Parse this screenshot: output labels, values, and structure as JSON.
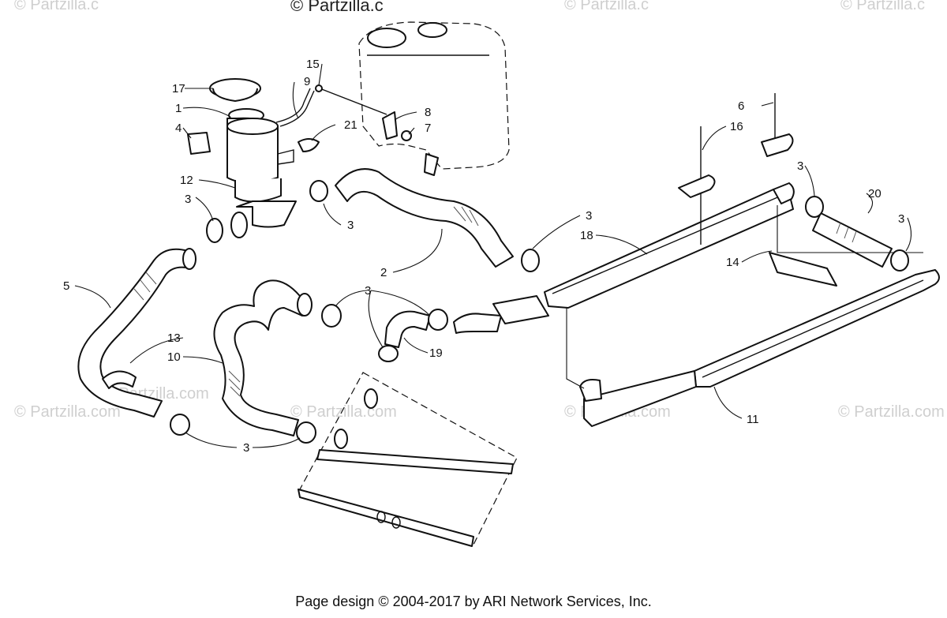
{
  "watermarks": {
    "top_center": "© Partzilla.c",
    "top_right_1": "© Partzilla.c",
    "top_right_2": "© Partzilla.c",
    "top_left": "© Partzilla.c",
    "mid_left": "© Partzilla.com",
    "mid_center_left": "© Partzilla.com",
    "mid_center": "© Partzilla.com",
    "mid_right": "© Partzilla.com",
    "far_right": "© Partzilla.com"
  },
  "callouts": {
    "c17": "17",
    "c1": "1",
    "c4": "4",
    "c12": "12",
    "c3a": "3",
    "c3b": "3",
    "c15": "15",
    "c9": "9",
    "c8": "8",
    "c7": "7",
    "c21": "21",
    "c6": "6",
    "c16": "16",
    "c3c": "3",
    "c20": "20",
    "c3d": "3",
    "c3e": "3",
    "c18": "18",
    "c14": "14",
    "c2": "2",
    "c5": "5",
    "c3f": "3",
    "c13": "13",
    "c10": "10",
    "c19": "19",
    "c11": "11",
    "c3g": "3"
  },
  "footer": {
    "text": "Page design © 2004-2017 by ARI Network Services, Inc."
  }
}
